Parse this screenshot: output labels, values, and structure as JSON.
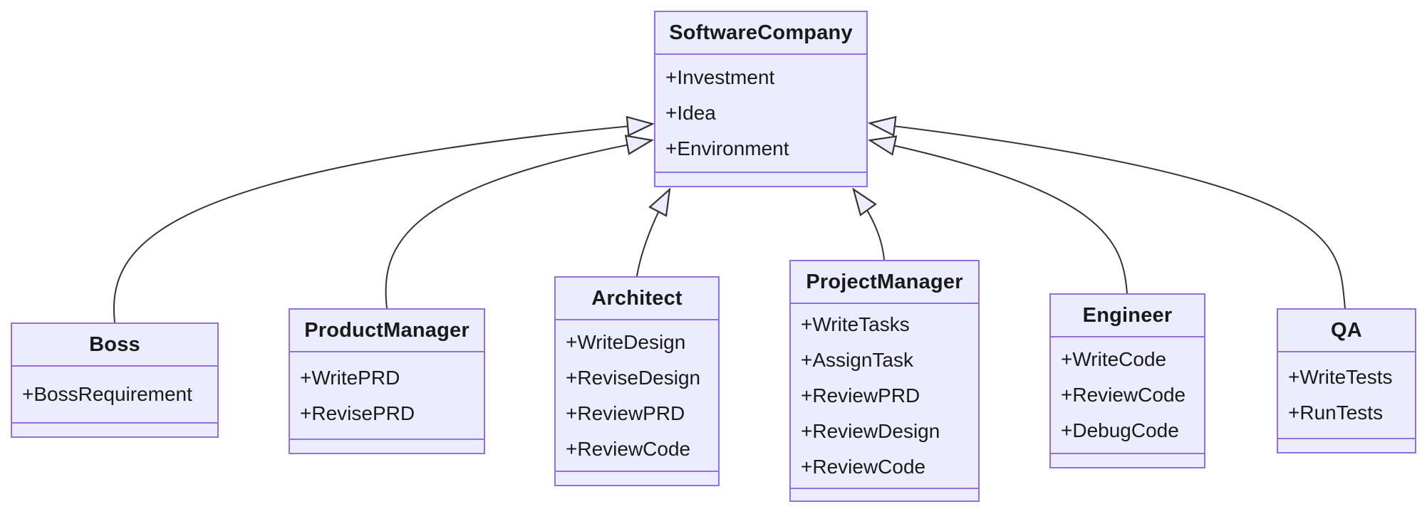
{
  "diagram": {
    "kind": "uml-class-diagram",
    "colors": {
      "node_fill": "#ECECFF",
      "node_border": "#9370DB",
      "edge_line": "#333333",
      "text": "#1a1a1a",
      "background": "#ffffff"
    },
    "classes": [
      {
        "name": "SoftwareCompany",
        "members": [
          "+Investment",
          "+Idea",
          "+Environment"
        ]
      },
      {
        "name": "Boss",
        "members": [
          "+BossRequirement"
        ]
      },
      {
        "name": "ProductManager",
        "members": [
          "+WritePRD",
          "+RevisePRD"
        ]
      },
      {
        "name": "Architect",
        "members": [
          "+WriteDesign",
          "+ReviseDesign",
          "+ReviewPRD",
          "+ReviewCode"
        ]
      },
      {
        "name": "ProjectManager",
        "members": [
          "+WriteTasks",
          "+AssignTask",
          "+ReviewPRD",
          "+ReviewDesign",
          "+ReviewCode"
        ]
      },
      {
        "name": "Engineer",
        "members": [
          "+WriteCode",
          "+ReviewCode",
          "+DebugCode"
        ]
      },
      {
        "name": "QA",
        "members": [
          "+WriteTests",
          "+RunTests"
        ]
      }
    ],
    "relations": [
      {
        "from": "Boss",
        "to": "SoftwareCompany",
        "type": "inheritance"
      },
      {
        "from": "ProductManager",
        "to": "SoftwareCompany",
        "type": "inheritance"
      },
      {
        "from": "Architect",
        "to": "SoftwareCompany",
        "type": "inheritance"
      },
      {
        "from": "ProjectManager",
        "to": "SoftwareCompany",
        "type": "inheritance"
      },
      {
        "from": "Engineer",
        "to": "SoftwareCompany",
        "type": "inheritance"
      },
      {
        "from": "QA",
        "to": "SoftwareCompany",
        "type": "inheritance"
      }
    ]
  }
}
